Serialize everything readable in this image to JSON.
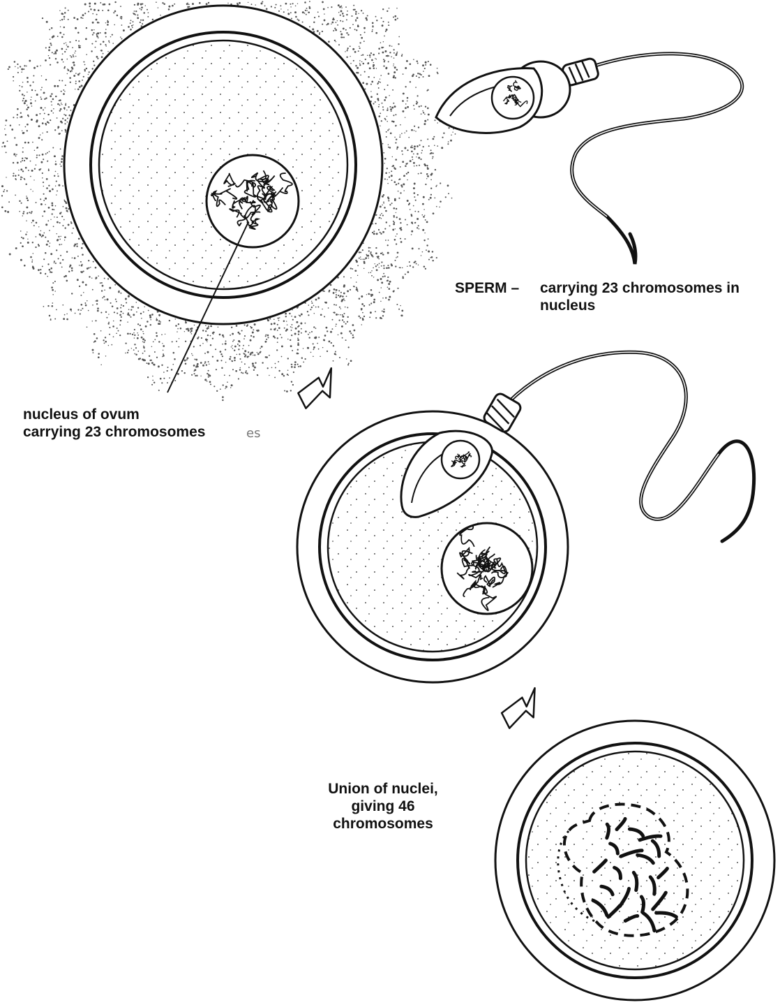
{
  "labels": {
    "sperm": {
      "title": "SPERM –",
      "line1": "carrying 23 chromosomes in",
      "line2": "nucleus"
    },
    "ovum_nucleus": {
      "line1": "nucleus of ovum",
      "line2": "carrying 23 chromosomes",
      "stray": "es"
    },
    "union": {
      "line1": "Union of nuclei,",
      "line2": "giving 46",
      "line3": "chromosomes"
    }
  },
  "colors": {
    "ink": "#111111",
    "background": "#ffffff",
    "stipple": "#555555"
  },
  "icons": [
    "stage-arrow-icon",
    "stage-arrow-icon"
  ]
}
